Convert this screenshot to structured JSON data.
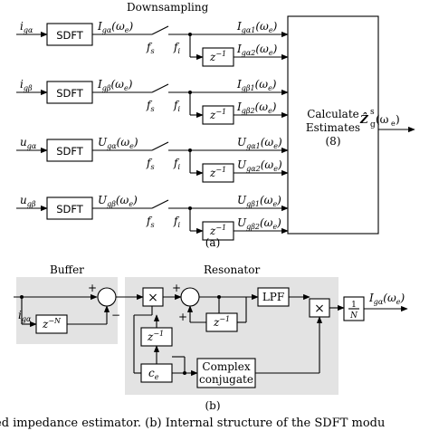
{
  "top": {
    "title": "Downsampling",
    "rows": [
      {
        "input": "i_gα",
        "block": "SDFT",
        "signal": "I_gα(ω_e)",
        "fs": "f_s",
        "fi": "f_i",
        "out1": "I_gα1(ω_e)",
        "out2": "I_gα2(ω_e)"
      },
      {
        "input": "i_gβ",
        "block": "SDFT",
        "signal": "I_gβ(ω_e)",
        "fs": "f_s",
        "fi": "f_i",
        "out1": "I_gβ1(ω_e)",
        "out2": "I_gβ2(ω_e)"
      },
      {
        "input": "u_gα",
        "block": "SDFT",
        "signal": "U_gα(ω_e)",
        "fs": "f_s",
        "fi": "f_i",
        "out1": "U_gα1(ω_e)",
        "out2": "U_gα2(ω_e)"
      },
      {
        "input": "u_gβ",
        "block": "SDFT",
        "signal": "U_gβ(ω_e)",
        "fs": "f_s",
        "fi": "f_i",
        "out1": "U_gβ1(ω_e)",
        "out2": "U_gβ2(ω_e)"
      }
    ],
    "delay": "z^−1",
    "calc_lines": [
      "Calculate",
      "Estimates",
      "(8)"
    ],
    "output": "Ẑ^s_g(ω_e)",
    "label": "(a)"
  },
  "bottom": {
    "buffer_title": "Buffer",
    "resonator_title": "Resonator",
    "input": "i_gα",
    "zN": "z^−N",
    "zm1": "z^−1",
    "zm1b": "z^−1",
    "ce": "c_e",
    "lpf": "LPF",
    "cc_lines": [
      "Complex",
      "conjugate"
    ],
    "times": "×",
    "plus": "+",
    "minus": "−",
    "gain_num": "1",
    "gain_den": "N",
    "output": "I_gα(ω_e)",
    "label": "(b)"
  },
  "caption": "ed impedance estimator. (b) Internal structure of the SDFT modu"
}
